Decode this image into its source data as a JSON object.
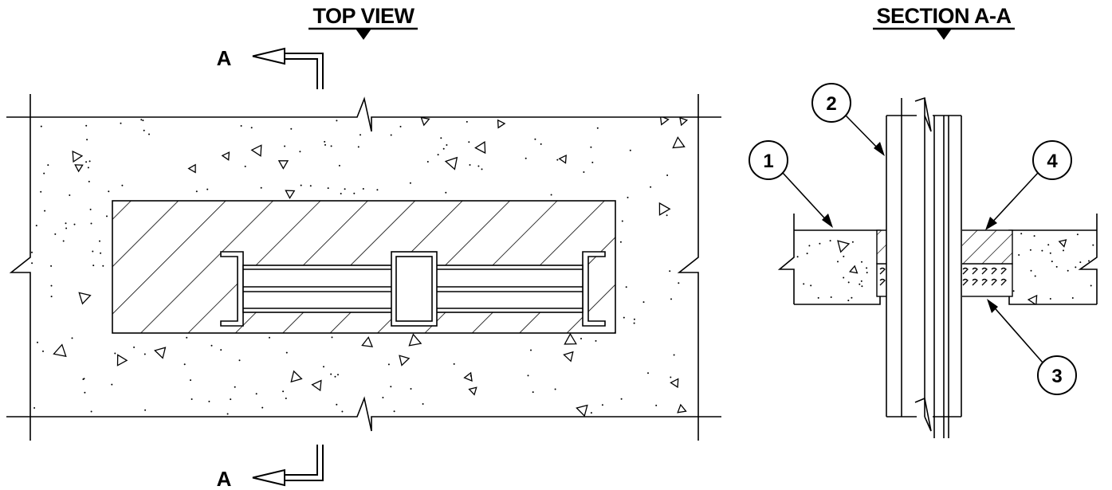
{
  "views": {
    "top_view_title": "TOP VIEW",
    "section_title": "SECTION A-A"
  },
  "section_cut": {
    "top_label": "A",
    "bottom_label": "A"
  },
  "callouts": [
    {
      "number": "1"
    },
    {
      "number": "2"
    },
    {
      "number": "3"
    },
    {
      "number": "4"
    }
  ]
}
